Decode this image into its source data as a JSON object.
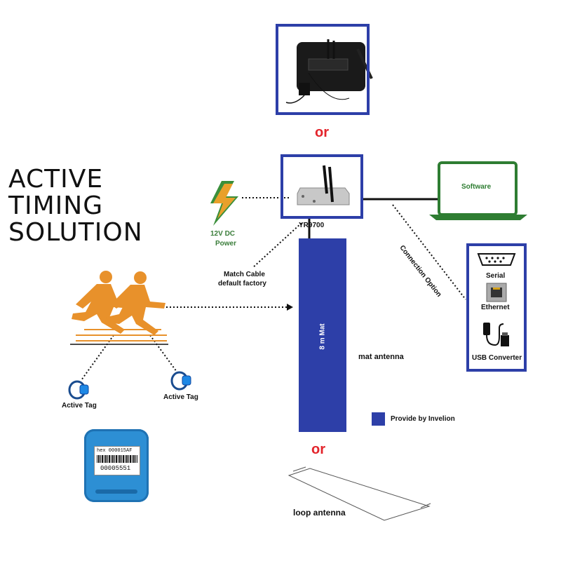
{
  "title": {
    "line1": "ACTIVE",
    "line2": "TIMING",
    "line3": "SOLUTION"
  },
  "or_labels": [
    "or",
    "or"
  ],
  "reader": {
    "label": "YR9700"
  },
  "power": {
    "line1": "12V DC",
    "line2": "Power"
  },
  "laptop": {
    "label": "Software"
  },
  "connection": {
    "label": "Connection Option",
    "options": [
      "Serial",
      "Ethernet",
      "USB Converter"
    ]
  },
  "cable": {
    "line1": "Match Cable",
    "line2": "default factory"
  },
  "mat": {
    "label": "8 m Mat",
    "caption": "mat antenna"
  },
  "legend": {
    "label": "Provide by Invelion"
  },
  "tags": [
    "Active Tag",
    "Active Tag"
  ],
  "tag_box": {
    "line1": "hex 000015AF",
    "line2": "00005551"
  },
  "loop": {
    "label": "loop antenna"
  },
  "colors": {
    "brand_blue": "#2d3fa8",
    "laptop_green": "#2e7d32",
    "or_red": "#e3242b",
    "runner_orange": "#e8912b",
    "power_green": "#2e7d32"
  }
}
